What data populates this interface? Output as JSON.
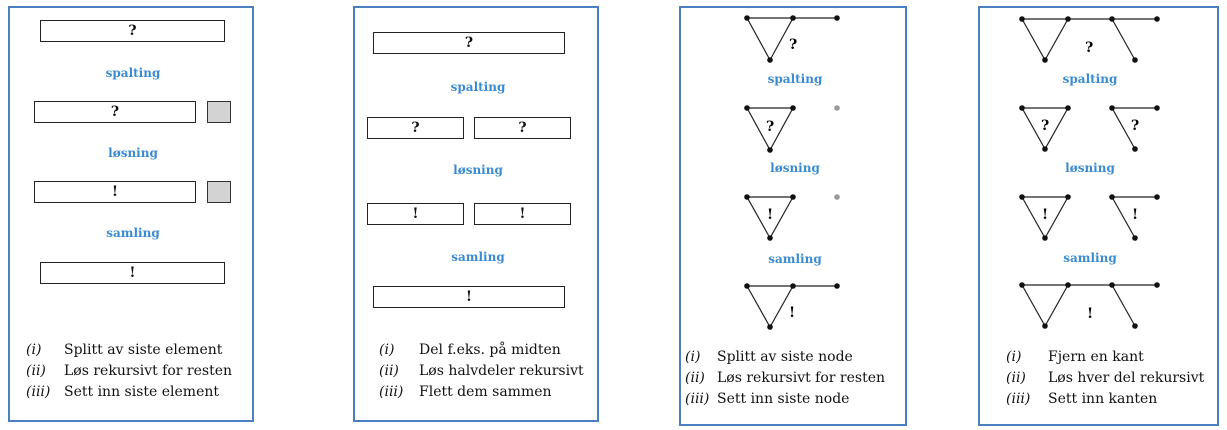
{
  "marks": {
    "unknown": "?",
    "solved": "!"
  },
  "steps": {
    "split": "spalting",
    "solve": "løsning",
    "combine": "samling"
  },
  "panels": [
    {
      "legend": [
        {
          "num": "(i)",
          "text": "Splitt av siste element"
        },
        {
          "num": "(ii)",
          "text": "Løs rekursivt for resten"
        },
        {
          "num": "(iii)",
          "text": "Sett inn siste element"
        }
      ]
    },
    {
      "legend": [
        {
          "num": "(i)",
          "text": "Del f.eks. på midten"
        },
        {
          "num": "(ii)",
          "text": "Løs halvdeler rekursivt"
        },
        {
          "num": "(iii)",
          "text": "Flett dem sammen"
        }
      ]
    },
    {
      "legend": [
        {
          "num": "(i)",
          "text": "Splitt av siste node"
        },
        {
          "num": "(ii)",
          "text": "Løs rekursivt for resten"
        },
        {
          "num": "(iii)",
          "text": "Sett inn siste node"
        }
      ]
    },
    {
      "legend": [
        {
          "num": "(i)",
          "text": "Fjern en kant"
        },
        {
          "num": "(ii)",
          "text": "Løs hver del rekursivt"
        },
        {
          "num": "(iii)",
          "text": "Sett inn kanten"
        }
      ]
    }
  ],
  "colors": {
    "border": "#4a7fc1",
    "step_label": "#3b8bd1",
    "gray_block": "#d3d3d3",
    "isolated_node": "#999999"
  }
}
